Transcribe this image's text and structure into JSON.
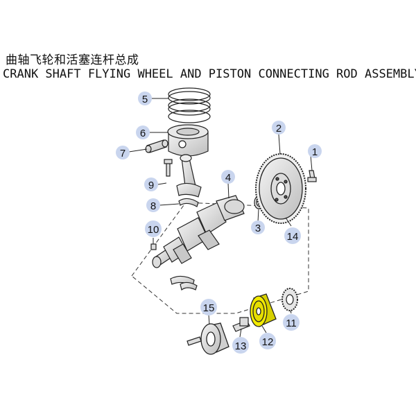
{
  "title_cn": "曲轴飞轮和活塞连杆总成",
  "title_en": "CRANK SHAFT FLYING WHEEL AND PISTON CONNECTING ROD ASSEMBLY",
  "highlight_color": "#f2ea00",
  "callout_color": "#c9d5ee",
  "callouts": [
    {
      "id": "1",
      "label": "1"
    },
    {
      "id": "2",
      "label": "2"
    },
    {
      "id": "3",
      "label": "3"
    },
    {
      "id": "4",
      "label": "4"
    },
    {
      "id": "5",
      "label": "5"
    },
    {
      "id": "6",
      "label": "6"
    },
    {
      "id": "7",
      "label": "7"
    },
    {
      "id": "8",
      "label": "8"
    },
    {
      "id": "9",
      "label": "9"
    },
    {
      "id": "10",
      "label": "10"
    },
    {
      "id": "11",
      "label": "11"
    },
    {
      "id": "12",
      "label": "12"
    },
    {
      "id": "13",
      "label": "13"
    },
    {
      "id": "14",
      "label": "14"
    },
    {
      "id": "15",
      "label": "15"
    }
  ]
}
